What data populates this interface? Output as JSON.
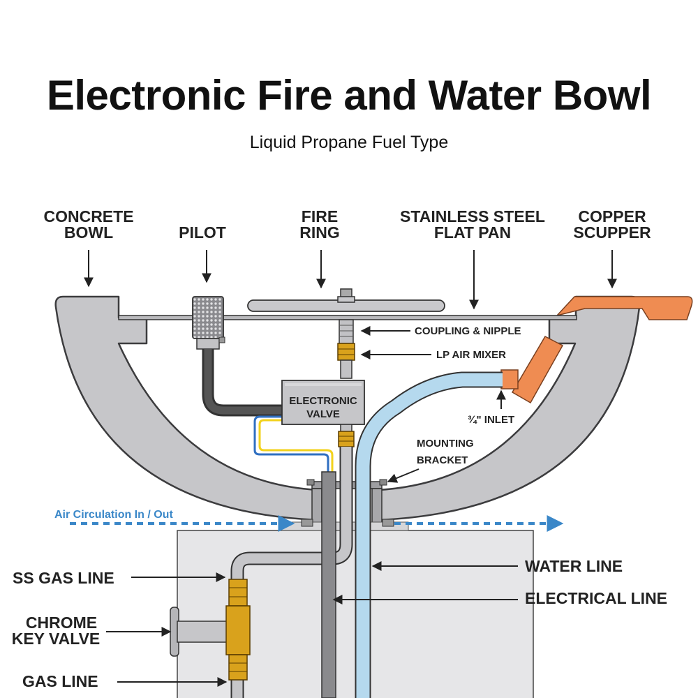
{
  "header": {
    "title": "Electronic Fire and Water Bowl",
    "subtitle": "Liquid Propane Fuel Type"
  },
  "labels": {
    "concrete_bowl": [
      "CONCRETE",
      "BOWL"
    ],
    "pilot": "PILOT",
    "fire_ring": [
      "FIRE",
      "RING"
    ],
    "flat_pan": [
      "STAINLESS STEEL",
      "FLAT PAN"
    ],
    "copper_scupper": [
      "COPPER",
      "SCUPPER"
    ],
    "coupling_nipple": "COUPLING & NIPPLE",
    "lp_air_mixer": "LP AIR MIXER",
    "electronic_valve": [
      "ELECTRONIC",
      "VALVE"
    ],
    "inlet": "¾\" INLET",
    "mounting_bracket": [
      "MOUNTING",
      "BRACKET"
    ],
    "air_circulation": "Air Circulation In / Out",
    "ss_gas_line": "SS GAS LINE",
    "water_line": "WATER LINE",
    "electrical_line": "ELECTRICAL  LINE",
    "chrome_key_valve": [
      "CHROME",
      "KEY VALVE"
    ],
    "gas_line": "GAS LINE"
  },
  "colors": {
    "bowl": "#c6c6c9",
    "bowl_stroke": "#3c3c3e",
    "copper": "#ef8c52",
    "water_pipe": "#b5d9ee",
    "brass": "#d9a21c",
    "air_arrow": "#3a87c8",
    "cabinet": "#e6e6e8"
  }
}
